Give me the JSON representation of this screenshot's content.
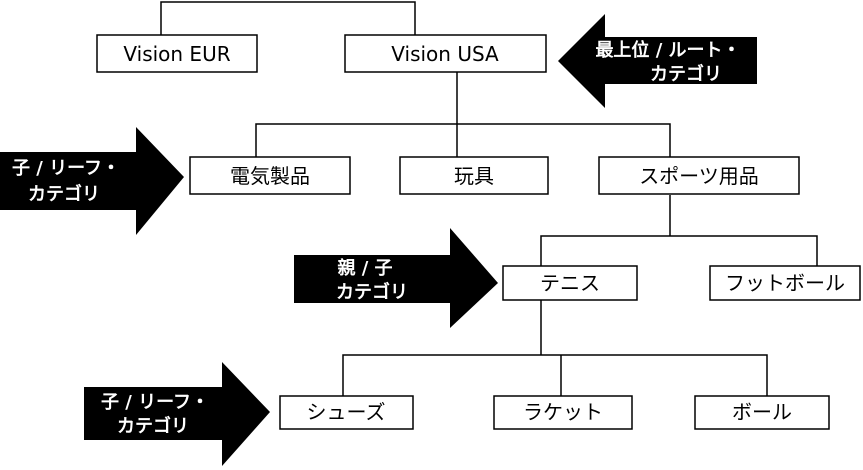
{
  "nodes": {
    "vision_eur": "Vision EUR",
    "vision_usa": "Vision USA",
    "electronics": "電気製品",
    "toys": "玩具",
    "sporting_goods": "スポーツ用品",
    "tennis": "テニス",
    "football": "フットボール",
    "shoes": "シューズ",
    "racket": "ラケット",
    "ball": "ボール"
  },
  "callouts": {
    "top_root": [
      "最上位 / ルート・",
      "カテゴリ"
    ],
    "child_leaf_1": [
      "子 / リーフ・",
      "カテゴリ"
    ],
    "parent_child": [
      "親 / 子",
      "カテゴリ"
    ],
    "child_leaf_2": [
      "子 / リーフ・",
      "カテゴリ"
    ]
  },
  "colors": {
    "line": "#000000",
    "box_fill": "#ffffff",
    "arrow_fill": "#000000",
    "arrow_text": "#ffffff"
  }
}
